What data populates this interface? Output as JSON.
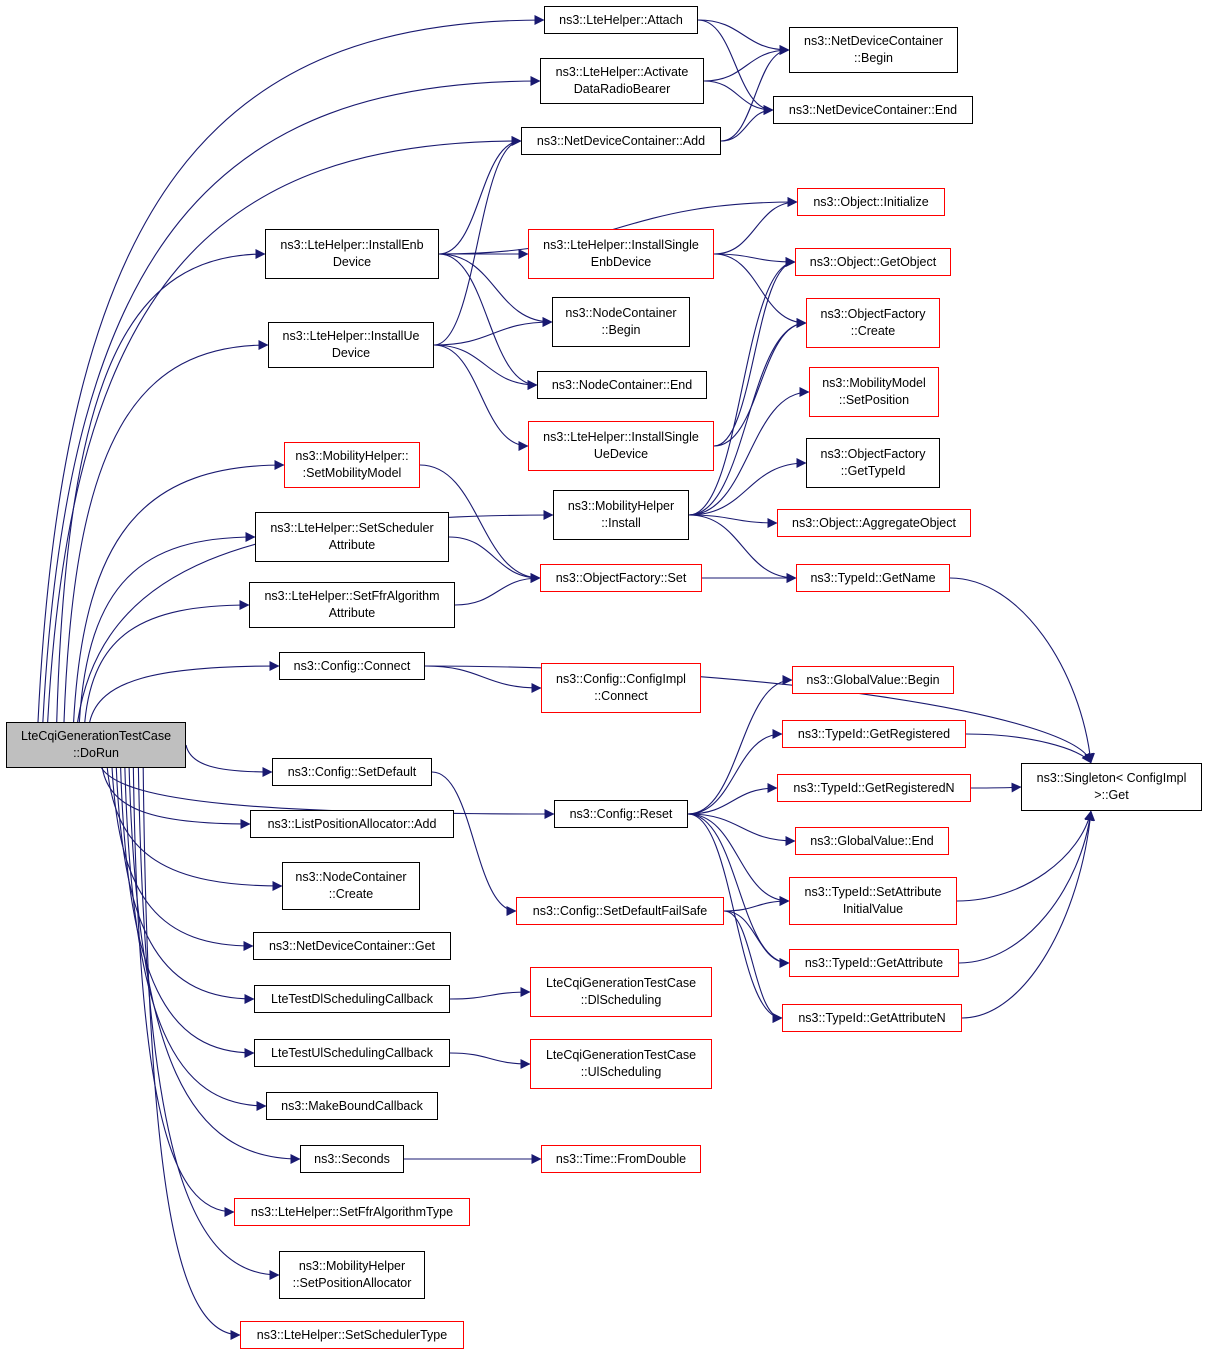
{
  "colors": {
    "edge": "#191970",
    "border_normal": "#000000",
    "border_external": "#ff0000",
    "root_fill": "#bfbfbf"
  },
  "nodes": [
    {
      "id": "root",
      "label": "LteCqiGenerationTestCase\n::DoRun",
      "style": "root"
    },
    {
      "id": "attach",
      "label": "ns3::LteHelper::Attach",
      "style": "normal"
    },
    {
      "id": "activate",
      "label": "ns3::LteHelper::Activate\nDataRadioBearer",
      "style": "normal"
    },
    {
      "id": "ndc_add",
      "label": "ns3::NetDeviceContainer::Add",
      "style": "normal"
    },
    {
      "id": "ndc_begin",
      "label": "ns3::NetDeviceContainer\n::Begin",
      "style": "normal"
    },
    {
      "id": "ndc_end",
      "label": "ns3::NetDeviceContainer::End",
      "style": "normal"
    },
    {
      "id": "install_enb",
      "label": "ns3::LteHelper::InstallEnb\nDevice",
      "style": "normal"
    },
    {
      "id": "install_ue",
      "label": "ns3::LteHelper::InstallUe\nDevice",
      "style": "normal"
    },
    {
      "id": "obj_init",
      "label": "ns3::Object::Initialize",
      "style": "external"
    },
    {
      "id": "install_single_enb",
      "label": "ns3::LteHelper::InstallSingle\nEnbDevice",
      "style": "external"
    },
    {
      "id": "obj_getobject",
      "label": "ns3::Object::GetObject",
      "style": "external"
    },
    {
      "id": "nc_begin",
      "label": "ns3::NodeContainer\n::Begin",
      "style": "normal"
    },
    {
      "id": "of_create",
      "label": "ns3::ObjectFactory\n::Create",
      "style": "external"
    },
    {
      "id": "nc_end",
      "label": "ns3::NodeContainer::End",
      "style": "normal"
    },
    {
      "id": "mm_setpos",
      "label": "ns3::MobilityModel\n::SetPosition",
      "style": "external"
    },
    {
      "id": "install_single_ue",
      "label": "ns3::LteHelper::InstallSingle\nUeDevice",
      "style": "external"
    },
    {
      "id": "mh_setmodel",
      "label": "ns3::MobilityHelper::\n:SetMobilityModel",
      "style": "external"
    },
    {
      "id": "of_gettypeid",
      "label": "ns3::ObjectFactory\n::GetTypeId",
      "style": "normal"
    },
    {
      "id": "mh_install",
      "label": "ns3::MobilityHelper\n::Install",
      "style": "normal"
    },
    {
      "id": "obj_aggregate",
      "label": "ns3::Object::AggregateObject",
      "style": "external"
    },
    {
      "id": "set_sched_attr",
      "label": "ns3::LteHelper::SetScheduler\nAttribute",
      "style": "normal"
    },
    {
      "id": "of_set",
      "label": "ns3::ObjectFactory::Set",
      "style": "external"
    },
    {
      "id": "tid_getname",
      "label": "ns3::TypeId::GetName",
      "style": "external"
    },
    {
      "id": "set_ffr_attr",
      "label": "ns3::LteHelper::SetFfrAlgorithm\nAttribute",
      "style": "normal"
    },
    {
      "id": "cfg_connect",
      "label": "ns3::Config::Connect",
      "style": "normal"
    },
    {
      "id": "cfgimpl_connect",
      "label": "ns3::Config::ConfigImpl\n::Connect",
      "style": "external"
    },
    {
      "id": "gv_begin",
      "label": "ns3::GlobalValue::Begin",
      "style": "external"
    },
    {
      "id": "tid_getreg",
      "label": "ns3::TypeId::GetRegistered",
      "style": "external"
    },
    {
      "id": "singleton_get",
      "label": "ns3::Singleton< ConfigImpl\n>::Get",
      "style": "normal"
    },
    {
      "id": "cfg_setdefault",
      "label": "ns3::Config::SetDefault",
      "style": "normal"
    },
    {
      "id": "tid_getregn",
      "label": "ns3::TypeId::GetRegisteredN",
      "style": "external"
    },
    {
      "id": "lpa_add",
      "label": "ns3::ListPositionAllocator::Add",
      "style": "normal"
    },
    {
      "id": "cfg_reset",
      "label": "ns3::Config::Reset",
      "style": "normal"
    },
    {
      "id": "gv_end",
      "label": "ns3::GlobalValue::End",
      "style": "external"
    },
    {
      "id": "nc_create",
      "label": "ns3::NodeContainer\n::Create",
      "style": "normal"
    },
    {
      "id": "cfg_setdefaultfs",
      "label": "ns3::Config::SetDefaultFailSafe",
      "style": "external"
    },
    {
      "id": "tid_setattrinit",
      "label": "ns3::TypeId::SetAttribute\nInitialValue",
      "style": "external"
    },
    {
      "id": "ndc_get",
      "label": "ns3::NetDeviceContainer::Get",
      "style": "normal"
    },
    {
      "id": "tid_getattr",
      "label": "ns3::TypeId::GetAttribute",
      "style": "external"
    },
    {
      "id": "dl_cb",
      "label": "LteTestDlSchedulingCallback",
      "style": "normal"
    },
    {
      "id": "dl_sched",
      "label": "LteCqiGenerationTestCase\n::DlScheduling",
      "style": "external"
    },
    {
      "id": "tid_getattrn",
      "label": "ns3::TypeId::GetAttributeN",
      "style": "external"
    },
    {
      "id": "ul_cb",
      "label": "LteTestUlSchedulingCallback",
      "style": "normal"
    },
    {
      "id": "ul_sched",
      "label": "LteCqiGenerationTestCase\n::UlScheduling",
      "style": "external"
    },
    {
      "id": "make_bound",
      "label": "ns3::MakeBoundCallback",
      "style": "normal"
    },
    {
      "id": "seconds",
      "label": "ns3::Seconds",
      "style": "normal"
    },
    {
      "id": "time_fromdouble",
      "label": "ns3::Time::FromDouble",
      "style": "external"
    },
    {
      "id": "set_ffr_type",
      "label": "ns3::LteHelper::SetFfrAlgorithmType",
      "style": "external"
    },
    {
      "id": "mh_setposalloc",
      "label": "ns3::MobilityHelper\n::SetPositionAllocator",
      "style": "normal"
    },
    {
      "id": "set_sched_type",
      "label": "ns3::LteHelper::SetSchedulerType",
      "style": "external"
    }
  ],
  "edges": [
    [
      "root",
      "attach"
    ],
    [
      "root",
      "activate"
    ],
    [
      "root",
      "ndc_add"
    ],
    [
      "root",
      "install_enb"
    ],
    [
      "root",
      "install_ue"
    ],
    [
      "root",
      "mh_install"
    ],
    [
      "root",
      "mh_setmodel"
    ],
    [
      "root",
      "set_sched_attr"
    ],
    [
      "root",
      "set_ffr_attr"
    ],
    [
      "root",
      "cfg_connect"
    ],
    [
      "root",
      "cfg_reset"
    ],
    [
      "root",
      "cfg_setdefault"
    ],
    [
      "root",
      "lpa_add"
    ],
    [
      "root",
      "nc_create"
    ],
    [
      "root",
      "ndc_get"
    ],
    [
      "root",
      "dl_cb"
    ],
    [
      "root",
      "ul_cb"
    ],
    [
      "root",
      "make_bound"
    ],
    [
      "root",
      "seconds"
    ],
    [
      "root",
      "set_ffr_type"
    ],
    [
      "root",
      "mh_setposalloc"
    ],
    [
      "root",
      "set_sched_type"
    ],
    [
      "attach",
      "ndc_begin"
    ],
    [
      "attach",
      "ndc_end"
    ],
    [
      "activate",
      "ndc_begin"
    ],
    [
      "activate",
      "ndc_end"
    ],
    [
      "ndc_add",
      "ndc_begin"
    ],
    [
      "ndc_add",
      "ndc_end"
    ],
    [
      "install_enb",
      "ndc_add"
    ],
    [
      "install_enb",
      "obj_init"
    ],
    [
      "install_enb",
      "install_single_enb"
    ],
    [
      "install_enb",
      "nc_begin"
    ],
    [
      "install_enb",
      "nc_end"
    ],
    [
      "install_ue",
      "ndc_add"
    ],
    [
      "install_ue",
      "nc_begin"
    ],
    [
      "install_ue",
      "nc_end"
    ],
    [
      "install_ue",
      "install_single_ue"
    ],
    [
      "install_single_enb",
      "obj_init"
    ],
    [
      "install_single_enb",
      "obj_getobject"
    ],
    [
      "install_single_enb",
      "of_create"
    ],
    [
      "install_single_ue",
      "obj_getobject"
    ],
    [
      "install_single_ue",
      "of_create"
    ],
    [
      "mh_setmodel",
      "of_set"
    ],
    [
      "set_sched_attr",
      "of_set"
    ],
    [
      "set_ffr_attr",
      "of_set"
    ],
    [
      "mh_install",
      "obj_getobject"
    ],
    [
      "mh_install",
      "of_create"
    ],
    [
      "mh_install",
      "mm_setpos"
    ],
    [
      "mh_install",
      "of_gettypeid"
    ],
    [
      "mh_install",
      "obj_aggregate"
    ],
    [
      "mh_install",
      "tid_getname"
    ],
    [
      "of_set",
      "tid_getname"
    ],
    [
      "tid_getname",
      "singleton_get"
    ],
    [
      "cfg_connect",
      "singleton_get"
    ],
    [
      "cfg_connect",
      "cfgimpl_connect"
    ],
    [
      "cfg_setdefault",
      "cfg_setdefaultfs"
    ],
    [
      "cfg_reset",
      "gv_begin"
    ],
    [
      "cfg_reset",
      "tid_getreg"
    ],
    [
      "cfg_reset",
      "tid_getregn"
    ],
    [
      "cfg_reset",
      "gv_end"
    ],
    [
      "cfg_reset",
      "tid_setattrinit"
    ],
    [
      "cfg_reset",
      "tid_getattr"
    ],
    [
      "cfg_reset",
      "tid_getattrn"
    ],
    [
      "cfg_setdefaultfs",
      "tid_setattrinit"
    ],
    [
      "cfg_setdefaultfs",
      "tid_getattr"
    ],
    [
      "cfg_setdefaultfs",
      "tid_getattrn"
    ],
    [
      "tid_getreg",
      "singleton_get"
    ],
    [
      "tid_getregn",
      "singleton_get"
    ],
    [
      "tid_setattrinit",
      "singleton_get"
    ],
    [
      "tid_getattr",
      "singleton_get"
    ],
    [
      "tid_getattrn",
      "singleton_get"
    ],
    [
      "dl_cb",
      "dl_sched"
    ],
    [
      "ul_cb",
      "ul_sched"
    ],
    [
      "seconds",
      "time_fromdouble"
    ]
  ]
}
